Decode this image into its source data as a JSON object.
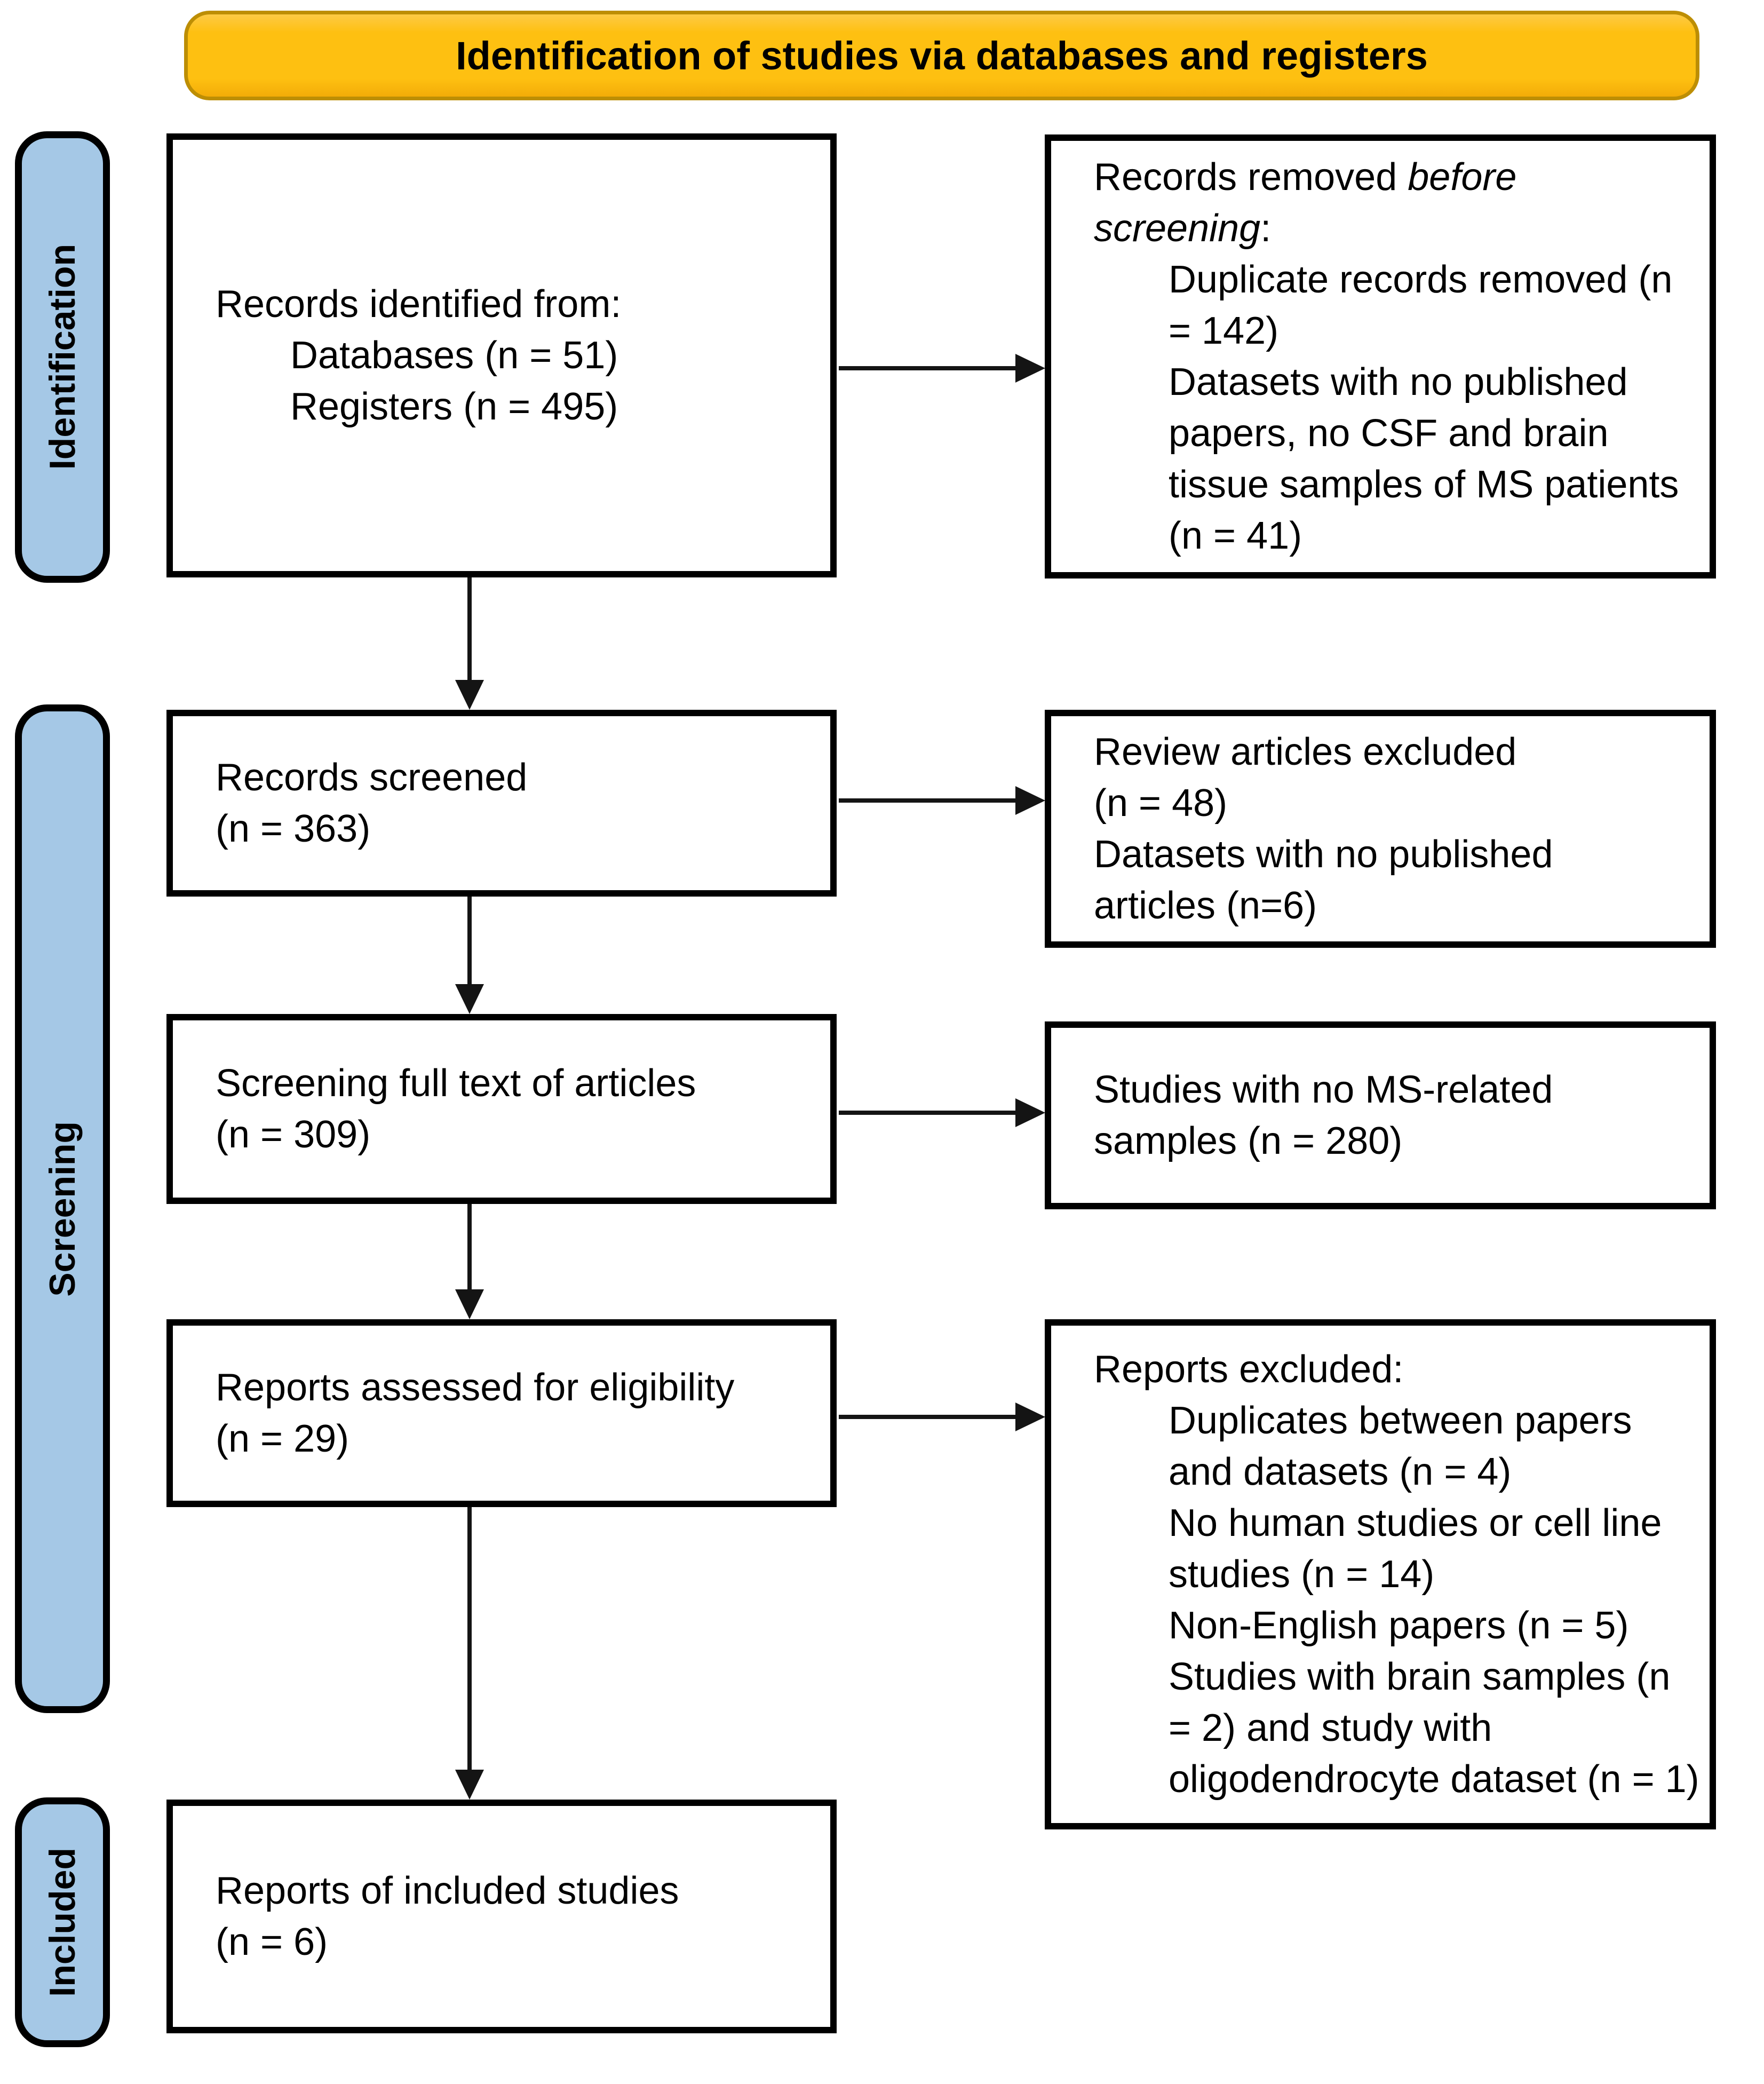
{
  "banner": {
    "title": "Identification of studies via databases and registers"
  },
  "stages": {
    "identification": "Identification",
    "screening": "Screening",
    "included": "Included"
  },
  "colors": {
    "banner_fill": "#FEC011",
    "banner_border": "#BD8E04",
    "stage_fill": "#A5C8E6",
    "box_border": "#000000",
    "arrow": "#141414"
  },
  "boxes": {
    "identified": {
      "lines": [
        "Records identified from:",
        "Databases (n = 51)",
        "Registers (n = 495)"
      ]
    },
    "removed_before": {
      "title_pre": "Records removed ",
      "title_it1": "before",
      "title_it2": "screening",
      "title_colon": ":",
      "lines": [
        "Duplicate records removed (n",
        "= 142)",
        "Datasets with no published",
        "papers, no CSF and brain",
        "tissue samples of MS patients",
        "(n = 41)"
      ]
    },
    "screened": {
      "lines": [
        "Records screened",
        "(n = 363)"
      ]
    },
    "review_excluded": {
      "lines": [
        "Review articles excluded",
        "(n = 48)",
        "Datasets with no published",
        "articles (n=6)"
      ]
    },
    "fulltext": {
      "lines": [
        "Screening full text of articles",
        "(n = 309)"
      ]
    },
    "no_ms_samples": {
      "lines": [
        "Studies with no MS-related",
        "samples (n = 280)"
      ]
    },
    "assessed": {
      "lines": [
        "Reports assessed for eligibility",
        "(n = 29)"
      ]
    },
    "reports_excluded": {
      "lines": [
        "Reports excluded:",
        "Duplicates between papers",
        "and datasets (n = 4)",
        "No human studies or cell line",
        "studies (n = 14)",
        "Non-English papers (n = 5)",
        "Studies with brain samples (n",
        "= 2) and study with",
        "oligodendrocyte dataset (n = 1)"
      ]
    },
    "included_reports": {
      "lines": [
        "Reports of included studies",
        "(n = 6)"
      ]
    }
  }
}
